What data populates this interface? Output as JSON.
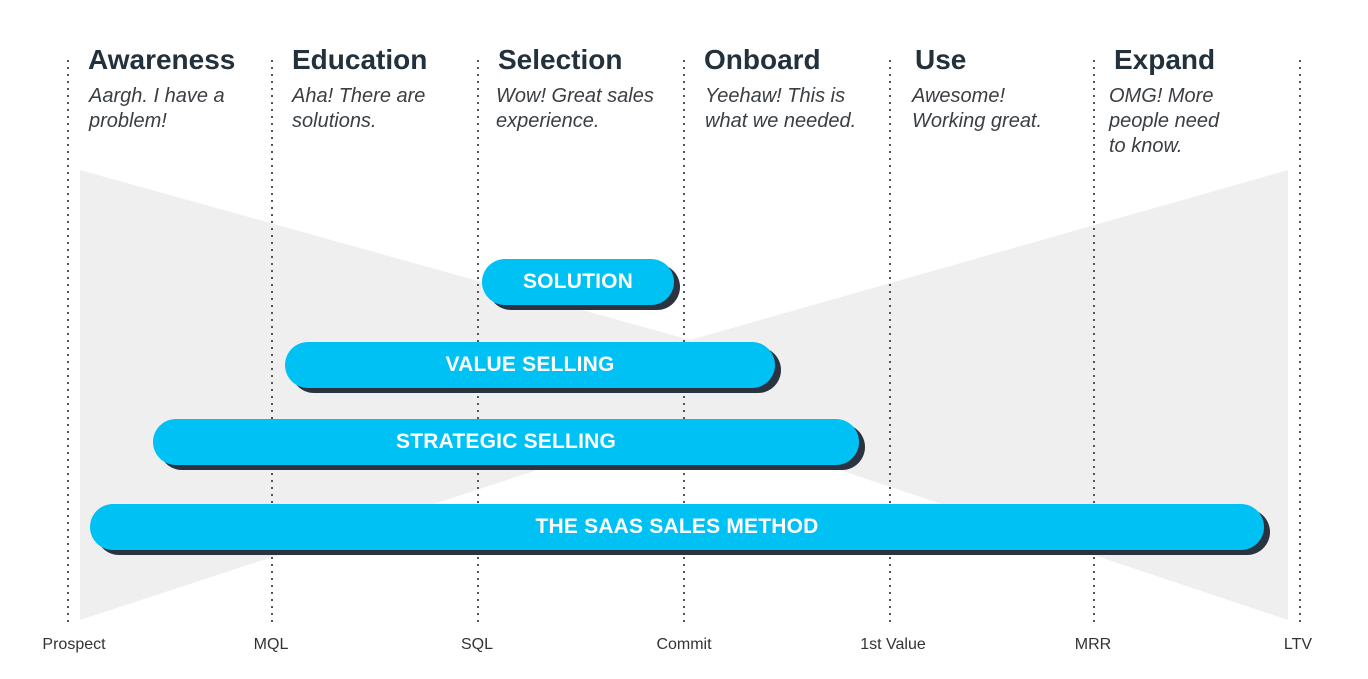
{
  "stages": [
    {
      "title": "Awareness",
      "quote": "Aargh. I have a\nproblem!"
    },
    {
      "title": "Education",
      "quote": "Aha! There are\nsolutions."
    },
    {
      "title": "Selection",
      "quote": "Wow! Great sales\nexperience."
    },
    {
      "title": "Onboard",
      "quote": "Yeehaw! This is\nwhat we needed."
    },
    {
      "title": "Use",
      "quote": "Awesome!\nWorking great."
    },
    {
      "title": "Expand",
      "quote": "OMG! More\npeople need\nto know."
    }
  ],
  "milestones": [
    "Prospect",
    "MQL",
    "SQL",
    "Commit",
    "1st Value",
    "MRR",
    "LTV"
  ],
  "methods": [
    {
      "label": "SOLUTION"
    },
    {
      "label": "VALUE SELLING"
    },
    {
      "label": "STRATEGIC SELLING"
    },
    {
      "label": "THE SAAS SALES METHOD"
    }
  ],
  "colors": {
    "pill": "#00c1f3",
    "shadow": "#2a3440",
    "funnel": "#efefef",
    "title": "#23313d"
  }
}
